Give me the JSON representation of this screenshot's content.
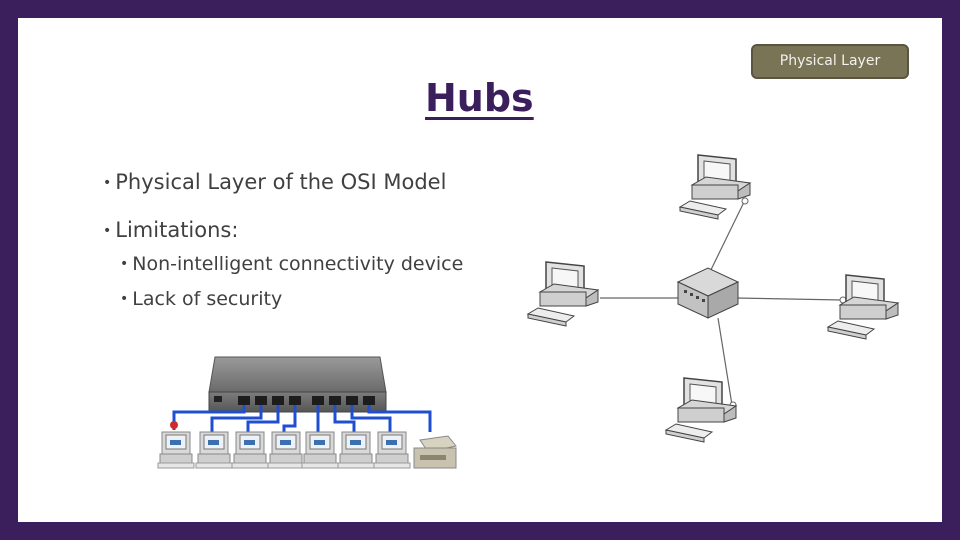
{
  "badge": {
    "label": "Physical Layer"
  },
  "title": "Hubs",
  "bullets": [
    {
      "text": "Physical Layer of the OSI Model"
    },
    {
      "text": "Limitations:",
      "children": [
        {
          "text": "Non-intelligent connectivity device"
        },
        {
          "text": "Lack of security"
        }
      ]
    }
  ],
  "colors": {
    "frame": "#3b1f5c",
    "title": "#3b1f5c",
    "badge": "#7a7457",
    "cable": "#1f4fd0"
  },
  "icons": [
    "hub-device-icon",
    "computer-icon",
    "printer-icon",
    "network-switch-icon"
  ]
}
